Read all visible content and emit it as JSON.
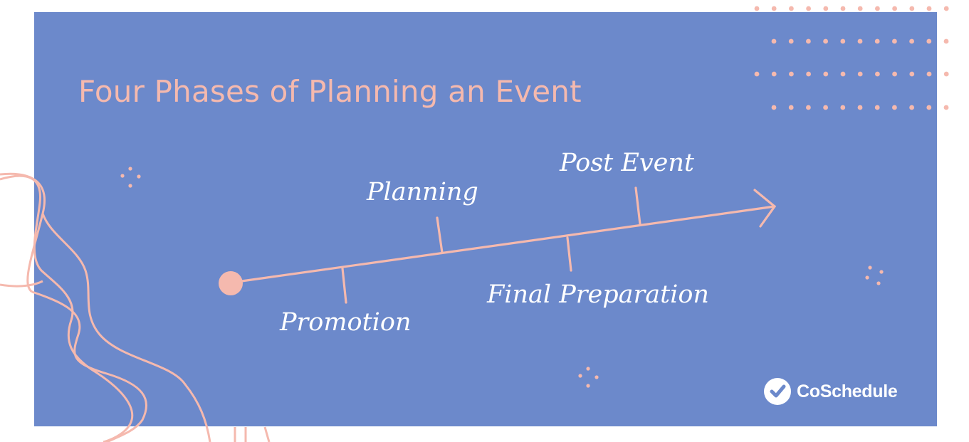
{
  "title": "Four Phases of Planning an Event",
  "phases": {
    "promotion": "Promotion",
    "planning": "Planning",
    "final_preparation": "Final Preparation",
    "post_event": "Post Event"
  },
  "brand": {
    "name": "CoSchedule",
    "icon": "check-circle-icon"
  },
  "colors": {
    "background": "#6c89cb",
    "accent": "#f5b9ae",
    "text": "#ffffff"
  }
}
